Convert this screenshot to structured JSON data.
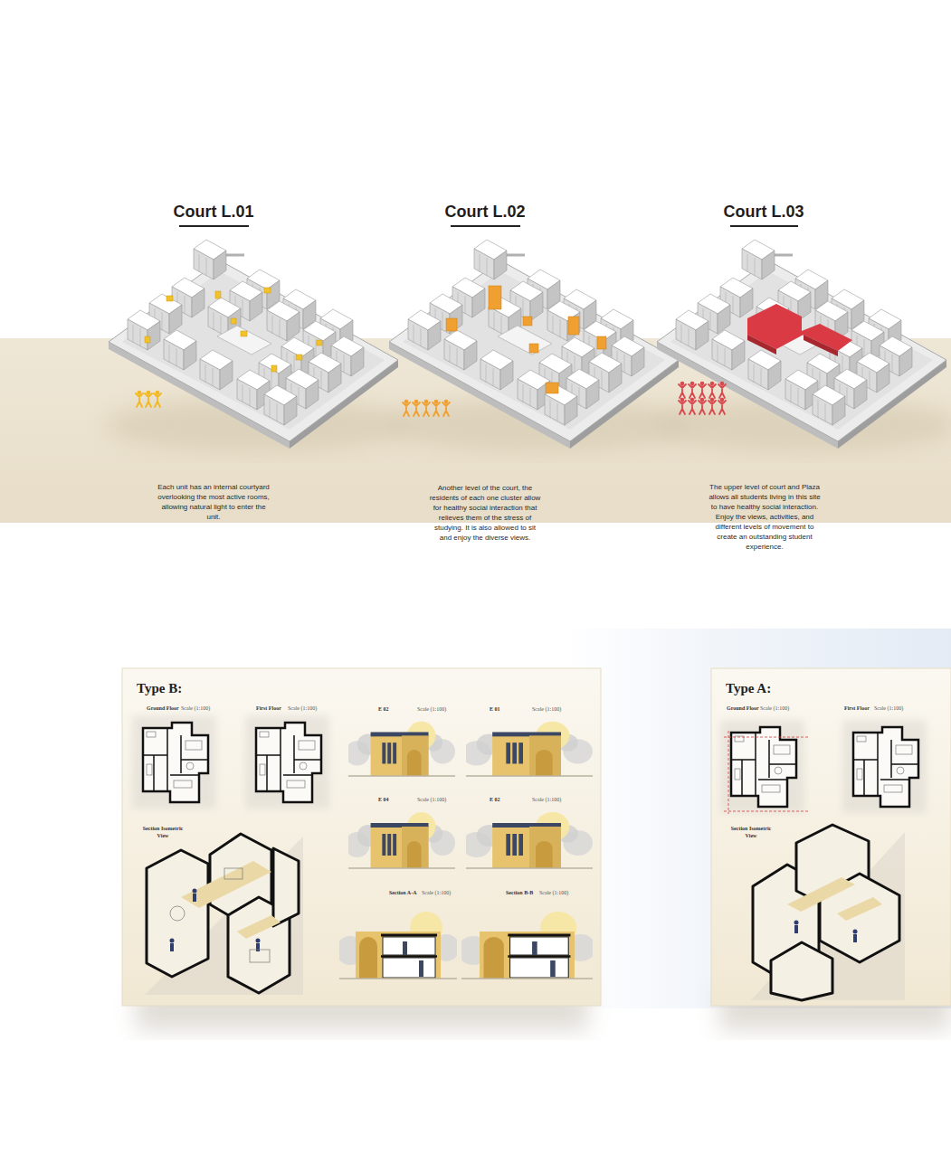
{
  "diagram": {
    "nodes": [
      {
        "text": [
          "Type B:"
        ]
      },
      {
        "text": [
          "Type A:"
        ]
      }
    ],
    "labels": [
      "Court L.01",
      "Court L.02",
      "Court L.03",
      "Each unit has an internal courtyard overlooking the most active rooms, allowing natural light to enter the unit.",
      "Another level of the court, the residents of each one cluster allow for healthy social interaction that relieves them of the stress of studying. It is also allowed to sit and enjoy the diverse views.",
      "The upper level of court and Plaza allows all students living in this site to have healthy social interaction. Enjoy the views, activities, and different levels of movement to create an outstanding student experience.",
      "Ground Floor",
      "Scale (1:100)",
      "First Floor",
      "Scale (1:100)",
      "E 02",
      "Scale (1:100)",
      "E 01",
      "Scale (1:100)",
      "E 04",
      "Scale (1:100)",
      "E 02",
      "Scale (1:100)",
      "Section A-A",
      "Scale (1:100)",
      "Section B-B",
      "Scale (1:100)",
      "Section Isometric View",
      "Ground Floor",
      "Scale (1:100)",
      "First Floor",
      "Scale (1:100)",
      "Section Isometric View"
    ]
  }
}
